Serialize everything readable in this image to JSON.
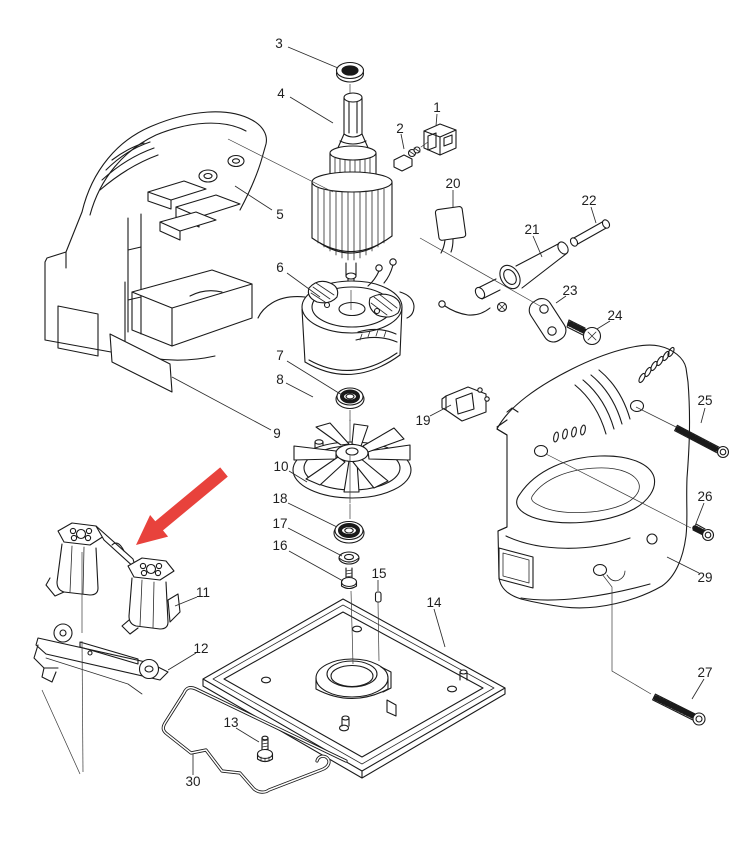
{
  "page": {
    "background_color": "#ffffff"
  },
  "diagram": {
    "kind": "exploded-parts-diagram",
    "subject": "power-tool (finishing sander) exploded view",
    "line_color": "#1a1a1a",
    "part_labels": {
      "n1": "1",
      "n2": "2",
      "n3": "3",
      "n4": "4",
      "n5": "5",
      "n6": "6",
      "n7": "7",
      "n8": "8",
      "n9": "9",
      "n10": "10",
      "n11": "11",
      "n12": "12",
      "n13": "13",
      "n14": "14",
      "n15": "15",
      "n16": "16",
      "n17": "17",
      "n18": "18",
      "n19": "19",
      "n20": "20",
      "n21": "21",
      "n22": "22",
      "n23": "23",
      "n24": "24",
      "n25": "25",
      "n26": "26",
      "n27": "27",
      "n29": "29",
      "n30": "30"
    },
    "highlight_arrow": {
      "color": "#e8423c",
      "points_to_part_label": "11"
    }
  }
}
